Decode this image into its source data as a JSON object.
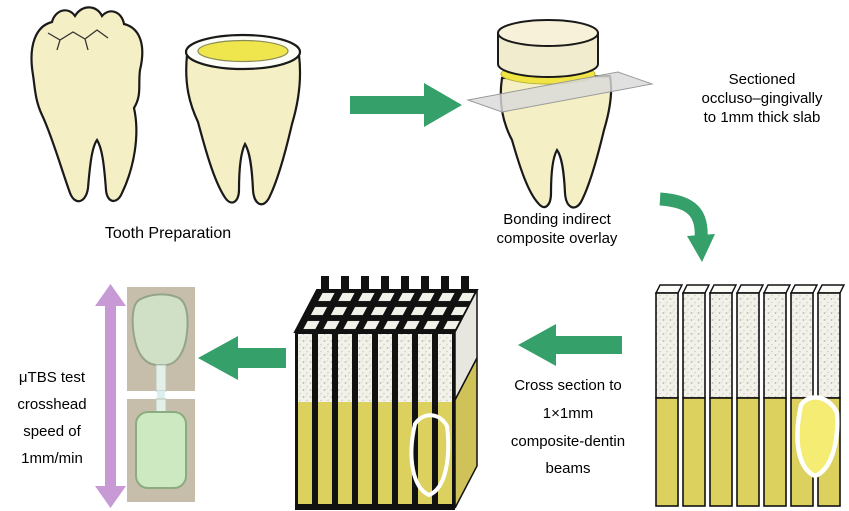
{
  "figure": {
    "steps": {
      "tooth_preparation": {
        "label": "Tooth Preparation"
      },
      "bonding": {
        "line1": "Bonding indirect",
        "line2": "composite overlay"
      },
      "sectioning": {
        "line1": "Sectioned",
        "line2": "occluso–gingivally",
        "line3": "to 1mm thick slab"
      },
      "cross_section": {
        "line1": "Cross section to",
        "line2": "1×1mm",
        "line3": "composite-dentin",
        "line4": "beams"
      },
      "utbs": {
        "line1": "μTBS test",
        "line2": "crosshead",
        "line3": "speed of",
        "line4": "1mm/min"
      }
    },
    "colors": {
      "arrow_green": "#35a06a",
      "utbs_arrow_purple": "#c79ad6",
      "tooth_body": "#f5efc5",
      "prepared_surface_yellow": "#efe64e",
      "bonding_resin_yellow": "#f0e544",
      "dentin_yellow": "#dcd15f",
      "composite_speckle_gray": "#f2f1ea",
      "outline_black": "#1a1a1a",
      "section_plane_gray": "#d9d9d9",
      "specimen_background_tan": "#c6beab",
      "specimen_green": "#cfe0c6"
    }
  }
}
